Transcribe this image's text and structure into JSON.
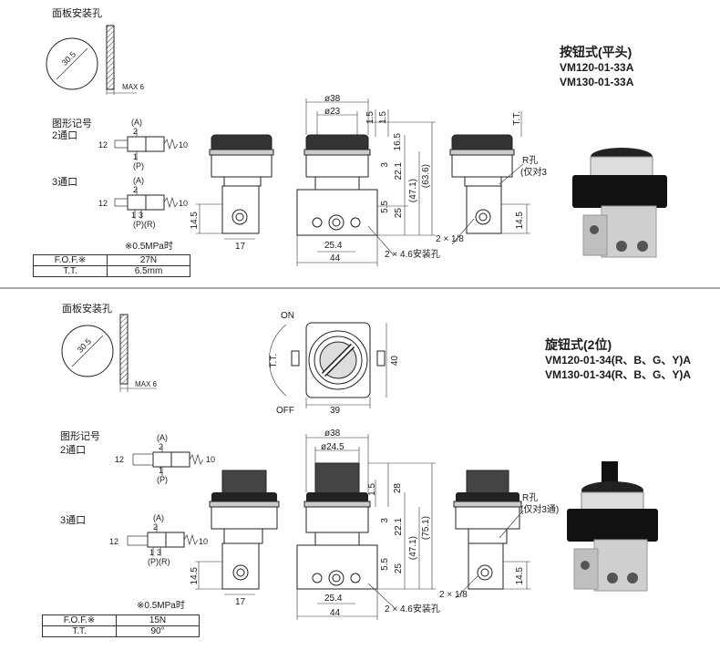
{
  "top": {
    "panel_hole_label": "面板安装孔",
    "hole_dia": "30.5",
    "max_label": "MAX 6",
    "symbol_label": "图形记号",
    "two_port": "2通口",
    "three_port": "3通口",
    "port_a": "(A)",
    "port_p": "(P)",
    "port_pr": "(P)(R)",
    "n12": "12",
    "n10": "10",
    "n1": "1",
    "n2": "2",
    "n3": "3",
    "pressure_note": "※0.5MPa时",
    "spec_rows": [
      {
        "k": "F.O.F.※",
        "v": "27N"
      },
      {
        "k": "T.T.",
        "v": "6.5mm"
      }
    ],
    "product_title": "按钮式(平头)",
    "model1": "VM120-01-33A",
    "model2": "VM130-01-33A",
    "dims": {
      "d38": "ø38",
      "d23": "ø23",
      "d15a": "1.5",
      "d15b": "1.5",
      "d165": "16.5",
      "d3": "3",
      "d221": "22.1",
      "d471": "(47.1)",
      "d636": "(63.6)",
      "d55": "5.5",
      "d25": "25",
      "d145": "14.5",
      "d17": "17",
      "d254": "25.4",
      "d44": "44",
      "d46": "2 × 4.6安装孔",
      "d18": "2 × 1/8",
      "rhole": "R孔",
      "only3": "(仅对3",
      "tt": "T.T.",
      "d145b": "14.5"
    }
  },
  "bottom": {
    "panel_hole_label": "面板安装孔",
    "hole_dia": "30.5",
    "max_label": "MAX 6",
    "symbol_label": "图形记号",
    "two_port": "2通口",
    "three_port": "3通口",
    "port_a": "(A)",
    "port_p": "(P)",
    "port_pr": "(P)(R)",
    "n12": "12",
    "n10": "10",
    "n1": "1",
    "n2": "2",
    "n3": "3",
    "pressure_note": "※0.5MPa时",
    "spec_rows": [
      {
        "k": "F.O.F.※",
        "v": "15N"
      },
      {
        "k": "T.T.",
        "v": "90°"
      }
    ],
    "product_title": "旋钮式(2位)",
    "model1": "VM120-01-34(R、B、G、Y)A",
    "model2": "VM130-01-34(R、B、G、Y)A",
    "on": "ON",
    "off": "OFF",
    "tt": "T.T.",
    "d40": "40",
    "d39": "39",
    "dims": {
      "d38": "ø38",
      "d245": "ø24.5",
      "d15": "1.5",
      "d28": "28",
      "d3": "3",
      "d221": "22.1",
      "d471": "(47.1)",
      "d751": "(75.1)",
      "d55": "5.5",
      "d25": "25",
      "d145": "14.5",
      "d17": "17",
      "d254": "25.4",
      "d44": "44",
      "d46": "2 × 4.6安装孔",
      "d18": "2 × 1/8",
      "rhole": "R孔",
      "only3": "(仅对3通)",
      "d145b": "14.5"
    }
  }
}
